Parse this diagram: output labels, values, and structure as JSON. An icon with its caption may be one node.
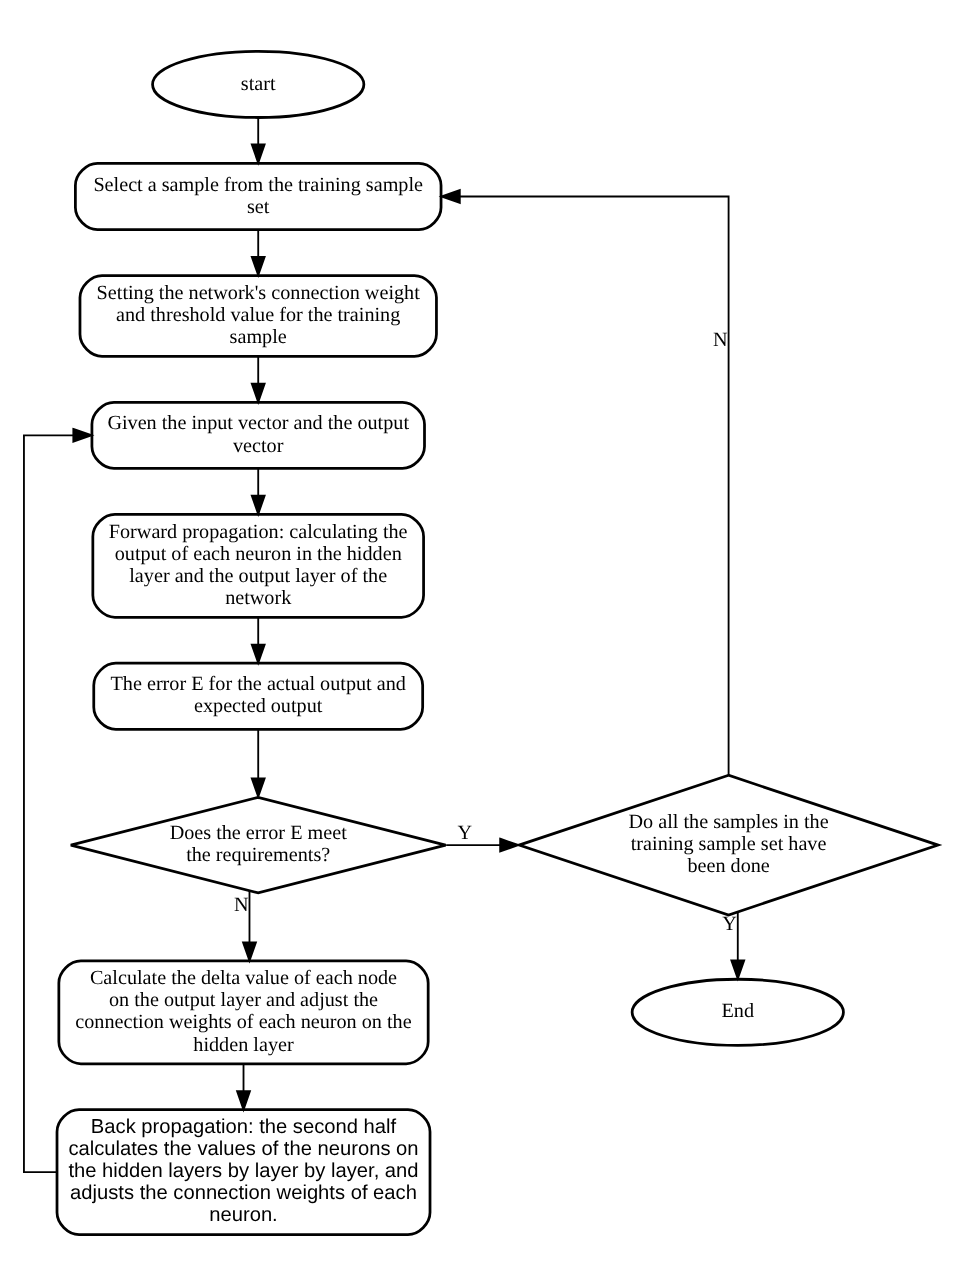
{
  "diagram": {
    "nodes": [
      {
        "text": [
          "start"
        ]
      },
      {
        "text": [
          "Select a sample from the training sample set"
        ]
      },
      {
        "text": [
          "Setting the network's connection weight and threshold value for the training sample"
        ]
      },
      {
        "text": [
          "Given the input vector and the output vector"
        ]
      },
      {
        "text": [
          "Forward propagation: calculating the output of each neuron in the hidden layer and the output layer of the network"
        ]
      },
      {
        "text": [
          "The error E for the actual output and expected output"
        ]
      },
      {
        "text": [
          "Does the error E meet the requirements?"
        ]
      },
      {
        "text": [
          "Do all the samples in the training sample set have been done"
        ]
      },
      {
        "text": [
          "End"
        ]
      },
      {
        "text": [
          "Calculate the delta value of each node on the output layer and adjust the connection weights of each neuron on the hidden layer"
        ]
      },
      {
        "text": [
          "Back propagation: the second half calculates the values of the neurons on the hidden layers by layer by layer, and adjusts the connection weights of each neuron."
        ]
      }
    ],
    "edges": [
      {
        "from": 0,
        "to": 1,
        "arrow": "to"
      },
      {
        "from": 1,
        "to": 2,
        "arrow": "to"
      },
      {
        "from": 2,
        "to": 3,
        "arrow": "to"
      },
      {
        "from": 3,
        "to": 4,
        "arrow": "to"
      },
      {
        "from": 4,
        "to": 5,
        "arrow": "to"
      },
      {
        "from": 5,
        "to": 6,
        "arrow": "to"
      },
      {
        "from": 6,
        "to": 7,
        "arrow": "to",
        "label": "Y"
      },
      {
        "from": 7,
        "to": 8,
        "arrow": "to",
        "label": "Y"
      },
      {
        "from": 7,
        "to": 1,
        "arrow": "to",
        "label": "N"
      },
      {
        "from": 6,
        "to": 9,
        "arrow": "to",
        "label": "N"
      },
      {
        "from": 9,
        "to": 10,
        "arrow": "to"
      },
      {
        "from": 10,
        "to": 3,
        "arrow": "to"
      }
    ]
  }
}
